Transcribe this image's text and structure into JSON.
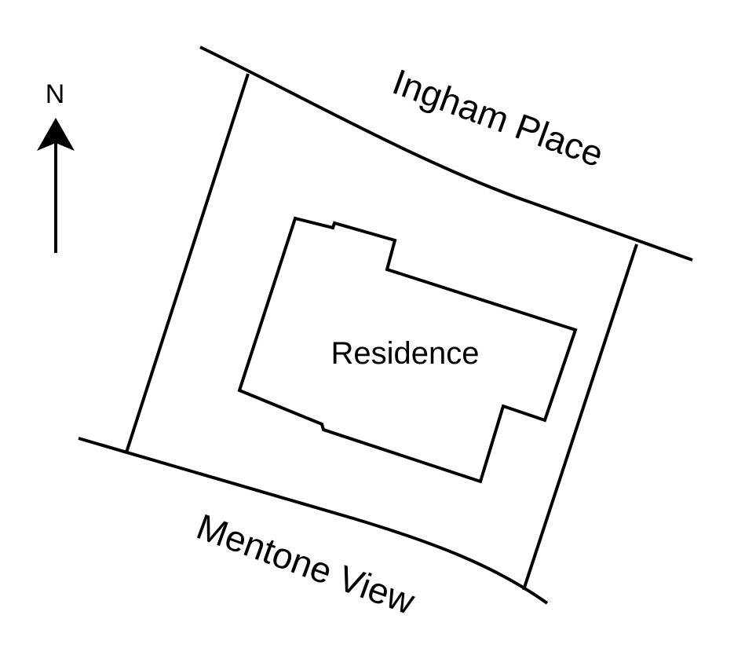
{
  "compass": {
    "label": "N"
  },
  "streets": {
    "north": "Ingham Place",
    "south": "Mentone View"
  },
  "building": {
    "label": "Residence"
  },
  "colors": {
    "ink": "#000000",
    "background": "#ffffff"
  }
}
